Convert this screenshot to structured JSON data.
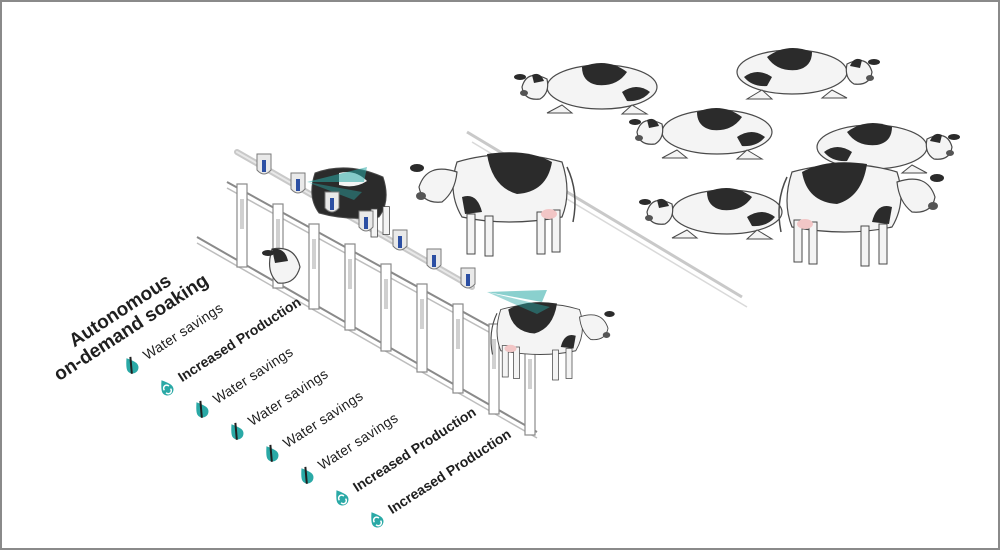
{
  "title": {
    "line1": "Autonomous",
    "line2": "on-demand soaking"
  },
  "legend": [
    {
      "label": "Water savings",
      "icon": "drop-slash-icon",
      "style": "light"
    },
    {
      "label": "Increased Production",
      "icon": "drop-recycle-icon",
      "style": "bold"
    },
    {
      "label": "Water savings",
      "icon": "drop-slash-icon",
      "style": "light"
    },
    {
      "label": "Water savings",
      "icon": "drop-slash-icon",
      "style": "light"
    },
    {
      "label": "Water savings",
      "icon": "drop-slash-icon",
      "style": "light"
    },
    {
      "label": "Water savings",
      "icon": "drop-slash-icon",
      "style": "light"
    },
    {
      "label": "Increased Production",
      "icon": "drop-recycle-icon",
      "style": "bold"
    },
    {
      "label": "Increased Production",
      "icon": "drop-recycle-icon",
      "style": "bold"
    }
  ],
  "colors": {
    "accent": "#2aa9a6",
    "nozzle": "#2c4fa3",
    "rail": "#c9c9c9",
    "cowBlack": "#2b2b2b",
    "frame": "#8a8a8a"
  }
}
